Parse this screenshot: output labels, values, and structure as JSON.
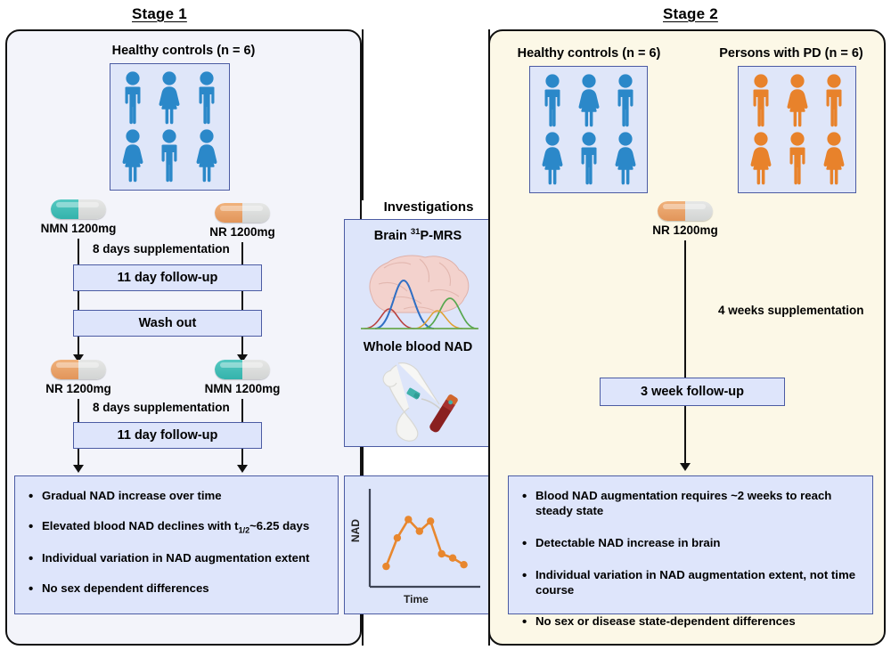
{
  "stage1": {
    "title": "Stage 1",
    "group_label": "Healthy controls (n = 6)",
    "people": [
      "man",
      "woman",
      "man",
      "woman",
      "man",
      "woman"
    ],
    "people_color": "#2b88c9",
    "arm_a_drug1": "NMN 1200mg",
    "arm_b_drug1": "NR 1200mg",
    "supplementation_1": "8 days supplementation",
    "followup_1": "11 day follow-up",
    "washout": "Wash out",
    "arm_a_drug2": "NR 1200mg",
    "arm_b_drug2": "NMN 1200mg",
    "supplementation_2": "8 days supplementation",
    "followup_2": "11 day follow-up",
    "results": [
      "Gradual NAD increase over time",
      "Elevated blood NAD declines with t1/2~6.25 days",
      "Individual variation in NAD augmentation extent",
      "No sex dependent differences"
    ],
    "result_2_prefix": "Elevated blood NAD declines with t",
    "result_2_sub": "1/2",
    "result_2_suffix": "~6.25 days"
  },
  "stage2": {
    "title": "Stage 2",
    "controls_label": "Healthy controls (n = 6)",
    "pd_label": "Persons with PD (n = 6)",
    "controls_people": [
      "man",
      "woman",
      "man",
      "woman",
      "man",
      "woman"
    ],
    "pd_people": [
      "man",
      "woman",
      "man",
      "woman",
      "man",
      "woman"
    ],
    "controls_color": "#2b88c9",
    "pd_color": "#e8822b",
    "drug": "NR 1200mg",
    "supplementation": "4 weeks supplementation",
    "followup": "3 week follow-up",
    "results": [
      "Blood NAD augmentation requires ~2 weeks to reach steady state",
      "Detectable NAD increase in brain",
      "Individual variation in NAD augmentation extent, not time course",
      "No sex or disease state-dependent differences"
    ]
  },
  "investigations": {
    "title": "Investigations",
    "brain_heading_prefix": "Brain ",
    "brain_heading_sup": "31",
    "brain_heading_suffix": "P-MRS",
    "blood_heading": "Whole blood NAD"
  },
  "chart_data": {
    "type": "line",
    "title": "",
    "xlabel": "Time",
    "ylabel": "NAD",
    "x": [
      1,
      2,
      3,
      4,
      5,
      6,
      7,
      8
    ],
    "values": [
      18,
      52,
      74,
      60,
      72,
      33,
      28,
      20
    ],
    "xlim": [
      0,
      9
    ],
    "ylim": [
      0,
      100
    ],
    "grid": false,
    "legend": false,
    "series_color": "#e8872e",
    "marker": "circle"
  },
  "colors": {
    "stage1_bg": "#f3f4fa",
    "stage2_bg": "#fcf8e7",
    "panel_fill": "#dee5fb",
    "panel_border": "#4b5ba3",
    "blue_person": "#2b88c9",
    "orange_person": "#e8822b",
    "pill_teal": "#34b3ac",
    "pill_orange": "#e2955a",
    "pill_gray": "#d8dad9",
    "line": "#111111",
    "chart_orange": "#e8872e"
  }
}
